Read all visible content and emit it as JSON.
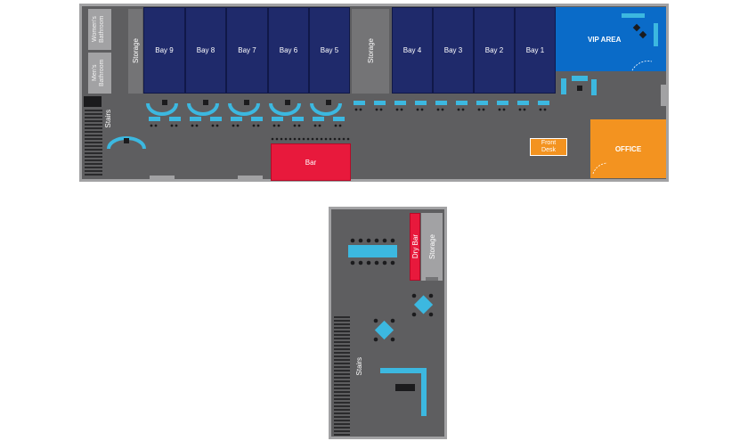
{
  "main_floor": {
    "bathrooms": [
      "Women's Bathroom",
      "Men's Bathroom"
    ],
    "storage_left": "Storage",
    "storage_mid": "Storage",
    "bays_left": [
      "Bay 9",
      "Bay 8",
      "Bay 7",
      "Bay 6",
      "Bay 5"
    ],
    "bays_right": [
      "Bay 4",
      "Bay 3",
      "Bay 2",
      "Bay 1"
    ],
    "vip_area": "VIP AREA",
    "stairs": "Stairs",
    "bar": "Bar",
    "front_desk": "Front Desk",
    "office": "OFFICE"
  },
  "upper_floor": {
    "dry_bar": "Dry Bar",
    "storage": "Storage",
    "stairs": "Stairs"
  },
  "colors": {
    "floor": "#5e5e60",
    "wall": "#a2a2a4",
    "bay": "#1f2a6b",
    "vip": "#0a6bc8",
    "furniture": "#3cb8e0",
    "bar": "#e8193c",
    "office": "#f39320"
  }
}
